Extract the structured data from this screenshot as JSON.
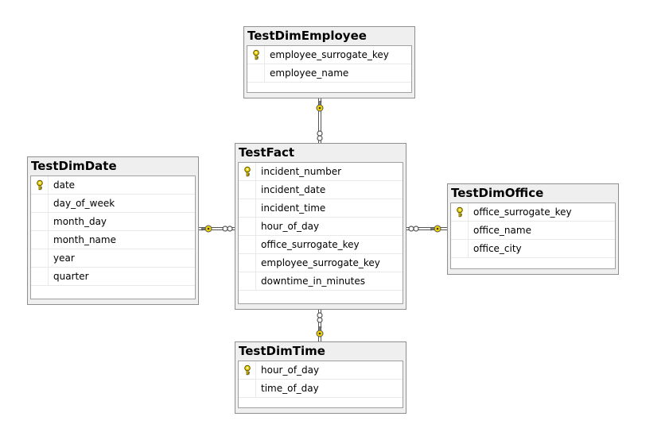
{
  "colors": {
    "title_bar": "#efefef",
    "border": "#8e8e8e",
    "connector": "#555555",
    "key_fill": "#f2d400"
  },
  "tables": {
    "employee": {
      "title": "TestDimEmployee",
      "columns": [
        {
          "name": "employee_surrogate_key",
          "key_icon": "primary-key-icon"
        },
        {
          "name": "employee_name"
        }
      ]
    },
    "fact": {
      "title": "TestFact",
      "columns": [
        {
          "name": "incident_number",
          "key_icon": "primary-key-icon"
        },
        {
          "name": "incident_date"
        },
        {
          "name": "incident_time"
        },
        {
          "name": "hour_of_day"
        },
        {
          "name": "office_surrogate_key"
        },
        {
          "name": "employee_surrogate_key"
        },
        {
          "name": "downtime_in_minutes"
        }
      ]
    },
    "date": {
      "title": "TestDimDate",
      "columns": [
        {
          "name": "date",
          "key_icon": "primary-key-icon"
        },
        {
          "name": "day_of_week"
        },
        {
          "name": "month_day"
        },
        {
          "name": "month_name"
        },
        {
          "name": "year"
        },
        {
          "name": "quarter"
        }
      ]
    },
    "office": {
      "title": "TestDimOffice",
      "columns": [
        {
          "name": "office_surrogate_key",
          "key_icon": "primary-key-icon"
        },
        {
          "name": "office_name"
        },
        {
          "name": "office_city"
        }
      ]
    },
    "time": {
      "title": "TestDimTime",
      "columns": [
        {
          "name": "hour_of_day",
          "key_icon": "primary-key-icon"
        },
        {
          "name": "time_of_day"
        }
      ]
    }
  },
  "relationships": [
    {
      "from": "employee",
      "to": "fact",
      "one_end": "key-icon",
      "many_end": "infinity-icon"
    },
    {
      "from": "date",
      "to": "fact",
      "one_end": "key-icon",
      "many_end": "infinity-icon"
    },
    {
      "from": "office",
      "to": "fact",
      "one_end": "key-icon",
      "many_end": "infinity-icon"
    },
    {
      "from": "time",
      "to": "fact",
      "one_end": "key-icon",
      "many_end": "infinity-icon"
    }
  ]
}
